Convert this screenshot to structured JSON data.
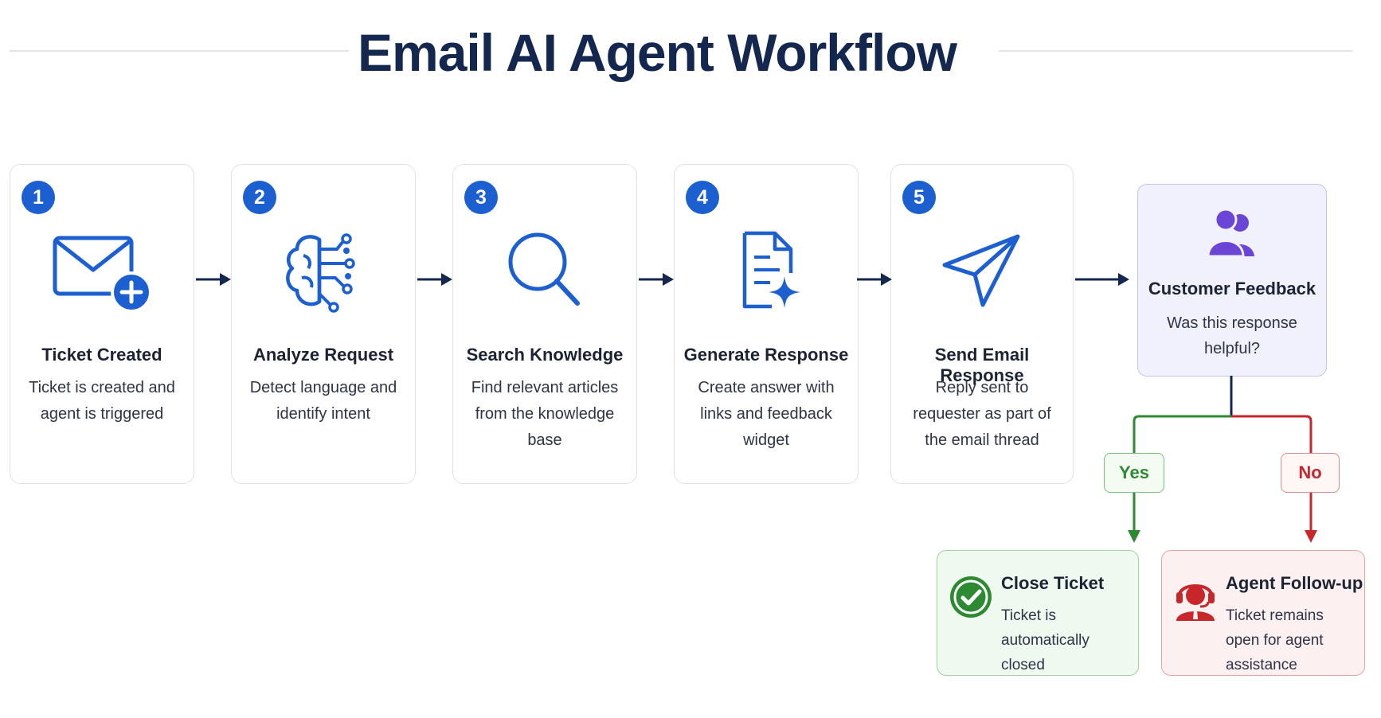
{
  "title": "Email AI Agent Workflow",
  "steps": [
    {
      "number": "1",
      "title": "Ticket Created",
      "description": "Ticket is created and agent is triggered",
      "icon": "envelope-plus-icon"
    },
    {
      "number": "2",
      "title": "Analyze Request",
      "description": "Detect language and identify intent",
      "icon": "brain-circuit-icon"
    },
    {
      "number": "3",
      "title": "Search Knowledge",
      "description": "Find relevant articles from the knowledge base",
      "icon": "magnifier-icon"
    },
    {
      "number": "4",
      "title": "Generate Response",
      "description": "Create answer with links and feedback widget",
      "icon": "document-sparkle-icon"
    },
    {
      "number": "5",
      "title": "Send Email Response",
      "description": "Reply sent to requester as part of the email thread",
      "icon": "paper-plane-icon"
    }
  ],
  "feedback": {
    "title": "Customer Feedback",
    "description": "Was this response helpful?",
    "icon": "users-icon"
  },
  "branches": {
    "yes": "Yes",
    "no": "No"
  },
  "outcomes": {
    "close": {
      "title": "Close Ticket",
      "description": "Ticket is automatically closed",
      "icon": "check-circle-icon"
    },
    "followup": {
      "title": "Agent Follow-up",
      "description": "Ticket remains open for agent assistance",
      "icon": "support-agent-icon"
    }
  },
  "colors": {
    "step_blue": "#1c5fd1",
    "title_navy": "#13274f",
    "feedback_purple": "#6a45d6",
    "yes_green": "#2e8a32",
    "no_red": "#c7272b"
  }
}
